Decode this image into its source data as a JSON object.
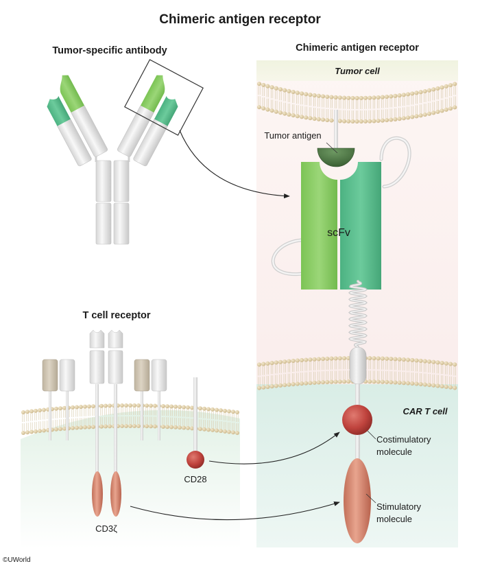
{
  "title": "Chimeric antigen receptor",
  "panels": {
    "antibody": {
      "heading": "Tumor-specific antibody"
    },
    "tcr": {
      "heading": "T cell receptor",
      "cd28_label": "CD28",
      "cd3z_label": "CD3ζ"
    },
    "car": {
      "heading": "Chimeric antigen receptor",
      "tumor_cell_label": "Tumor cell",
      "car_t_cell_label": "CAR T cell",
      "tumor_antigen_label": "Tumor antigen",
      "scfv_label": "scFv",
      "costim_label_line1": "Costimulatory",
      "costim_label_line2": "molecule",
      "stim_label_line1": "Stimulatory",
      "stim_label_line2": "molecule"
    }
  },
  "copyright": "©UWorld",
  "colors": {
    "light_green": "#8fd16a",
    "teal_green": "#58c08e",
    "tumor_antigen": "#4e7a43",
    "costim_red": "#c0443f",
    "stim_salmon": "#d98b73",
    "membrane_head": "#dcc9a0",
    "tumor_bg": "#fbeeed",
    "tcell_bg": "#e3f1ec"
  }
}
